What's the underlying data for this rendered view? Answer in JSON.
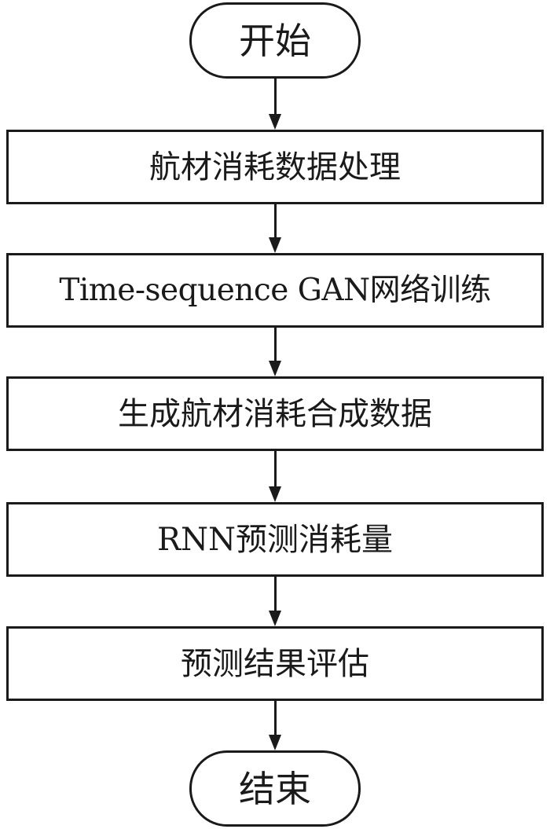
{
  "flowchart": {
    "start": "开始",
    "steps": [
      "航材消耗数据处理",
      "Time-sequence GAN网络训练",
      "生成航材消耗合成数据",
      "RNN预测消耗量",
      "预测结果评估"
    ],
    "end": "结束"
  }
}
